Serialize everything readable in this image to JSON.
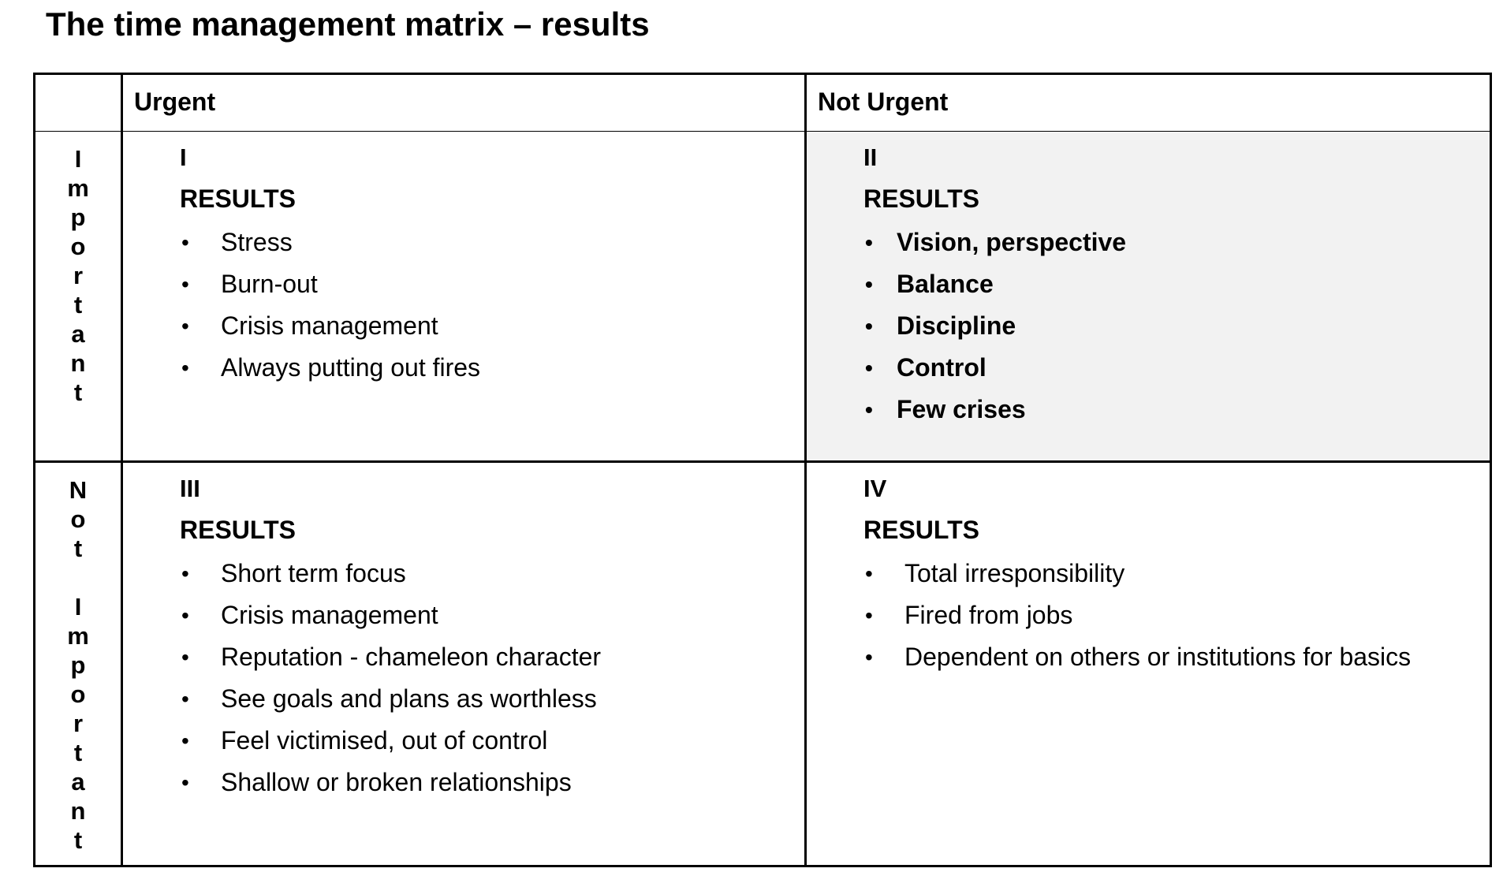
{
  "title": "The time management matrix – results",
  "columns": {
    "urgent": "Urgent",
    "not_urgent": "Not Urgent"
  },
  "rows": {
    "important": [
      "I",
      "m",
      "p",
      "o",
      "r",
      "t",
      "a",
      "n",
      "t"
    ],
    "not_important": [
      "N",
      "o",
      "t",
      "",
      "I",
      "m",
      "p",
      "o",
      "r",
      "t",
      "a",
      "n",
      "t"
    ]
  },
  "quadrants": [
    {
      "numeral": "I",
      "heading": "RESULTS",
      "items": [
        "Stress",
        "Burn-out",
        "Crisis management",
        "Always putting out fires"
      ]
    },
    {
      "numeral": "II",
      "heading": "RESULTS",
      "items": [
        "Vision, perspective",
        "Balance",
        "Discipline",
        "Control",
        "Few crises"
      ],
      "shade_color": "#f2f2f2"
    },
    {
      "numeral": "III",
      "heading": "RESULTS",
      "items": [
        "Short term focus",
        "Crisis management",
        "Reputation - chameleon character",
        "See goals and plans as worthless",
        "Feel victimised, out of control",
        "Shallow or broken relationships"
      ]
    },
    {
      "numeral": "IV",
      "heading": "RESULTS",
      "items": [
        "Total irresponsibility",
        "Fired from jobs",
        "Dependent on others or institutions for basics"
      ]
    }
  ],
  "bullet": "•"
}
